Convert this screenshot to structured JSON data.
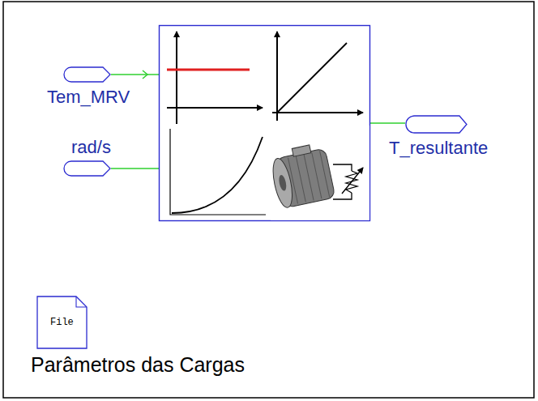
{
  "diagram": {
    "nodes": [
      {
        "text": [
          "Tem_MRV"
        ]
      },
      {
        "text": [
          "rad/s"
        ]
      },
      {
        "text": []
      },
      {
        "text": [
          "T_resultante"
        ]
      },
      {
        "text": [
          "File",
          "Parâmetros das Cargas"
        ]
      }
    ],
    "edges": [
      {
        "from": 0,
        "to": 2,
        "arrow": "to"
      },
      {
        "from": 1,
        "to": 2,
        "arrow": "none"
      },
      {
        "from": 2,
        "to": 3,
        "arrow": "none"
      }
    ]
  }
}
